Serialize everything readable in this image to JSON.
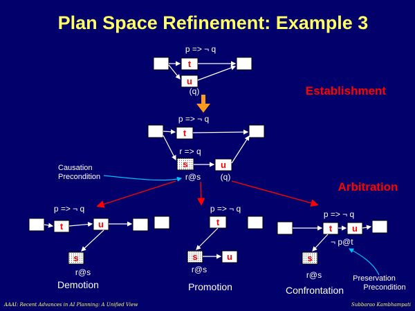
{
  "title": "Plan Space Refinement: Example 3",
  "labels": {
    "establishment": "Establishment",
    "arbitration": "Arbitration",
    "causation_line1": "Causation",
    "causation_line2": "Precondition",
    "demotion": "Demotion",
    "promotion": "Promotion",
    "confrontation": "Confrontation",
    "preservation_line1": "Preservation",
    "preservation_line2": "Precondition"
  },
  "top_plan": {
    "effect": "p => ¬ q",
    "step_t": "t",
    "step_u": "u",
    "precondition": "(q)"
  },
  "mid_plan": {
    "effect_t": "p => ¬ q",
    "step_t": "t",
    "effect_s": "r => q",
    "step_s": "s",
    "step_u": "u",
    "precondition_s": "r@s",
    "precondition_u": "(q)"
  },
  "demotion_plan": {
    "effect": "p => ¬ q",
    "step_t": "t",
    "step_u": "u",
    "step_s": "s",
    "precondition": "r@s"
  },
  "promotion_plan": {
    "effect": "p => ¬ q",
    "step_t": "t",
    "step_s": "s",
    "step_u": "u",
    "precondition": "r@s"
  },
  "confrontation_plan": {
    "effect": "p => ¬ q",
    "step_t": "t",
    "step_u": "u",
    "step_s": "s",
    "added_precondition": "¬ p@t",
    "precondition": "r@s"
  },
  "footer": {
    "left": "AAAI: Recent Advances in AI Planning: A Unified View",
    "right": "Subbarao Kambhampati"
  },
  "colors": {
    "background": "#02006b",
    "title": "#ffff66",
    "heading": "#ff0000",
    "link": "#00c0ff",
    "arrow": "#ff9a1f"
  }
}
